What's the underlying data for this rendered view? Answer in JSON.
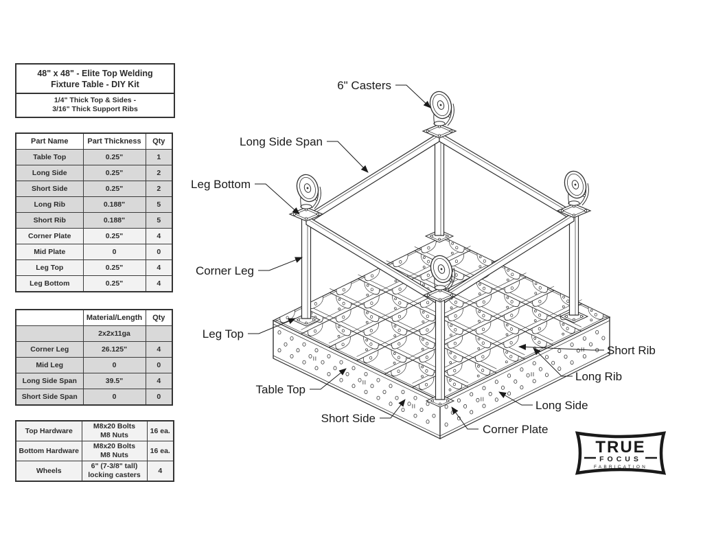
{
  "title_block": {
    "title_line1": "48\" x 48\" - Elite Top Welding",
    "title_line2": "Fixture Table - DIY Kit",
    "subtitle_line1": "1/4\" Thick Top & Sides -",
    "subtitle_line2": "3/16\" Thick Support Ribs"
  },
  "parts_table": {
    "headers": [
      "Part Name",
      "Part Thickness",
      "Qty"
    ],
    "rows": [
      {
        "name": "Table Top",
        "thickness": "0.25\"",
        "qty": "1"
      },
      {
        "name": "Long Side",
        "thickness": "0.25\"",
        "qty": "2"
      },
      {
        "name": "Short Side",
        "thickness": "0.25\"",
        "qty": "2"
      },
      {
        "name": "Long Rib",
        "thickness": "0.188\"",
        "qty": "5"
      },
      {
        "name": "Short Rib",
        "thickness": "0.188\"",
        "qty": "5"
      },
      {
        "name": "Corner Plate",
        "thickness": "0.25\"",
        "qty": "4"
      },
      {
        "name": "Mid Plate",
        "thickness": "0",
        "qty": "0"
      },
      {
        "name": "Leg Top",
        "thickness": "0.25\"",
        "qty": "4"
      },
      {
        "name": "Leg Bottom",
        "thickness": "0.25\"",
        "qty": "4"
      }
    ]
  },
  "materials_table": {
    "headers": [
      "",
      "Material/Length",
      "Qty"
    ],
    "rows": [
      {
        "name": "",
        "value": "2x2x11ga",
        "qty": ""
      },
      {
        "name": "Corner Leg",
        "value": "26.125\"",
        "qty": "4"
      },
      {
        "name": "Mid Leg",
        "value": "0",
        "qty": "0"
      },
      {
        "name": "Long Side Span",
        "value": "39.5\"",
        "qty": "4"
      },
      {
        "name": "Short Side Span",
        "value": "0",
        "qty": "0"
      }
    ]
  },
  "hardware_table": {
    "rows": [
      {
        "name": "Top Hardware",
        "value": "M8x20 Bolts\nM8 Nuts",
        "qty": "16 ea."
      },
      {
        "name": "Bottom Hardware",
        "value": "M8x20 Bolts\nM8 Nuts",
        "qty": "16 ea."
      },
      {
        "name": "Wheels",
        "value": "6\" (7-3/8\" tall)\nlocking casters",
        "qty": "4"
      }
    ]
  },
  "diagram": {
    "labels": {
      "casters": "6\" Casters",
      "long_side_span": "Long Side Span",
      "leg_bottom": "Leg Bottom",
      "corner_leg": "Corner Leg",
      "leg_top": "Leg Top",
      "table_top": "Table Top",
      "short_side": "Short Side",
      "corner_plate": "Corner Plate",
      "long_side": "Long Side",
      "long_rib": "Long Rib",
      "short_rib": "Short Rib"
    }
  },
  "logo": {
    "line1": "TRUE",
    "line2": "FOCUS",
    "line3": "FABRICATION"
  },
  "colors": {
    "row_shaded": "#d9d9d9",
    "row_unshaded": "#f2f2f2",
    "line": "#2e2e2e",
    "text": "#1a1a1a"
  }
}
